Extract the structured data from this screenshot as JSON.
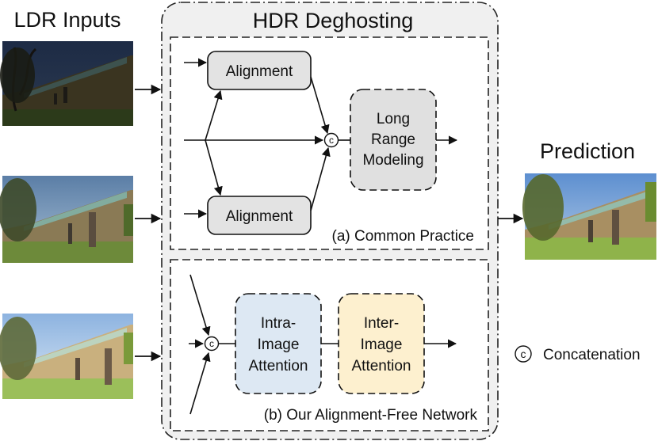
{
  "ldr_inputs_title": "LDR Inputs",
  "hdr_deghosting_title": "HDR Deghosting",
  "prediction_title": "Prediction",
  "common_practice": {
    "caption": "(a) Common Practice",
    "alignment_top": "Alignment",
    "alignment_bottom": "Alignment",
    "long_range": [
      "Long",
      "Range",
      "Modeling"
    ]
  },
  "alignment_free": {
    "caption": "(b) Our Alignment-Free Network",
    "intra": [
      "Intra-",
      "Image",
      "Attention"
    ],
    "inter": [
      "Inter-",
      "Image",
      "Attention"
    ]
  },
  "legend": {
    "symbol": "c",
    "label": "Concatenation"
  },
  "colors": {
    "outer_panel": "#f0f0f0",
    "module_gray": "#e3e3e3",
    "long_range_fill": "#e0e0e0",
    "intra_fill": "#dde8f3",
    "inter_fill": "#fdf0cf"
  }
}
